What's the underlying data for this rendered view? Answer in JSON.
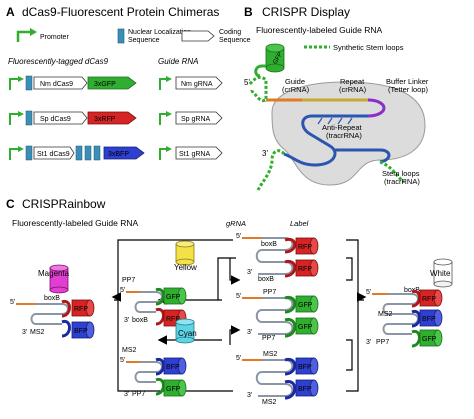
{
  "panelA": {
    "letter": "A",
    "title": "dCas9-Fluorescent Protein Chimeras",
    "legend": {
      "promoter": "Promoter",
      "nls_line1": "Nuclear Localization",
      "nls_line2": "Sequence",
      "coding_line1": "Coding",
      "coding_line2": "Sequence"
    },
    "dcas9_header": "Fluorescently-tagged dCas9",
    "grna_header": "Guide RNA",
    "rows": [
      {
        "dcas9": "Nm dCas9",
        "fp": "3xGFP",
        "fp_color": "#2fae2f",
        "grna": "Nm gRNA"
      },
      {
        "dcas9": "Sp dCas9",
        "fp": "3xRFP",
        "fp_color": "#d42424",
        "grna": "Sp gRNA"
      },
      {
        "dcas9": "St1 dCas9",
        "fp": "3xBFP",
        "fp_color": "#2f3fd0",
        "grna": "St1 gRNA"
      }
    ]
  },
  "panelB": {
    "letter": "B",
    "title": "CRISPR Display",
    "subtitle": "Fluorescently-labeled Guide RNA",
    "legend_synthetic": "Synthetic Stem loops",
    "gfp": "GFP",
    "five_prime": "5'",
    "three_prime": "3'",
    "guide_line1": "Guide",
    "guide_line2": "(crRNA)",
    "repeat_line1": "Repeat",
    "repeat_line2": "(crRNA)",
    "buffer_line1": "Buffer Linker",
    "buffer_line2": "(Tetter loop)",
    "antirepeat_line1": "Anti-Repeat",
    "antirepeat_line2": "(tracrRNA)",
    "stem_line1": "Stem loops",
    "stem_line2": "(tracrRNA)"
  },
  "panelC": {
    "letter": "C",
    "title": "CRISPRainbow",
    "subtitle": "Fluorescently-labeled Guide RNA",
    "grna_label": "gRNA",
    "label_label": "Label",
    "five_prime": "5'",
    "three_prime": "3'",
    "boxb": "boxB",
    "pp7": "PP7",
    "ms2": "MS2",
    "rfp": "RFP",
    "gfp": "GFP",
    "bfp": "BFP",
    "yellow": "Yellow",
    "cyan": "Cyan",
    "magenta": "Magenta",
    "white": "White"
  },
  "colors": {
    "green": "#2fae2f",
    "red": "#d42424",
    "blue": "#2f3fd0",
    "yellow": "#f4e14a",
    "cyan": "#5fd4e6",
    "magenta": "#e23fd2",
    "white": "#ffffff",
    "nls": "#3a8fb8",
    "orange": "#e07a26"
  }
}
